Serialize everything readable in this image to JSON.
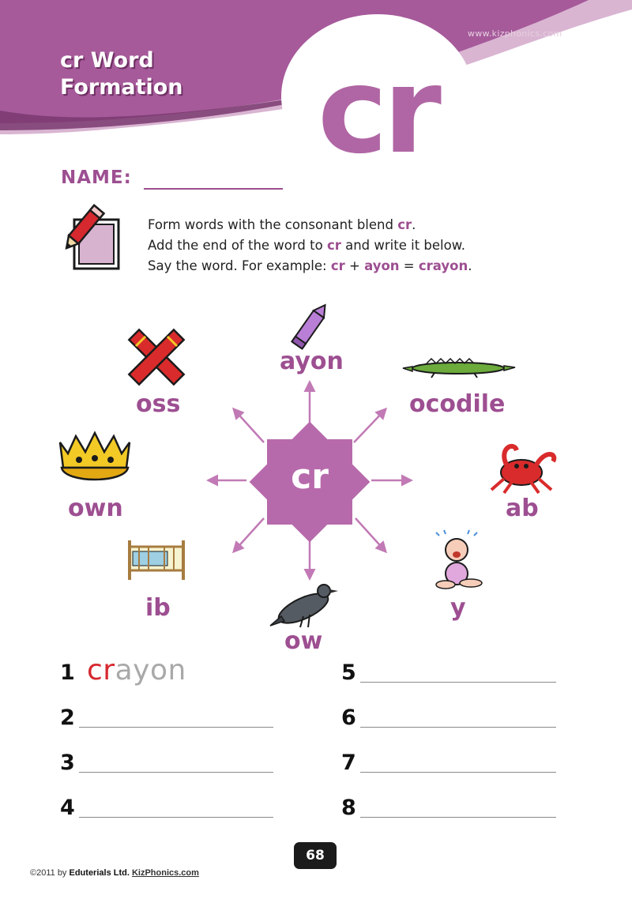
{
  "header": {
    "site_url": "www.kizphonics.com",
    "title_line1": "cr Word",
    "title_line2": "Formation",
    "blend": "cr",
    "colors": {
      "purple": "#a65a9a",
      "light_purple": "#d9b5d2",
      "dark_purple": "#7a3a70"
    }
  },
  "name_label": "NAME:",
  "instructions": {
    "icon": "pencil-checkbox-icon",
    "line1_text": "Form words with the consonant blend ",
    "line1_blend": "cr",
    "line1_end": ".",
    "line2_text": "Add the end of the word to ",
    "line2_blend": "cr",
    "line2_end": " and write it below.",
    "line3_text": "Say the word. For example: ",
    "line3_blend": "cr",
    "line3_plus": " + ",
    "line3_ending": "ayon",
    "line3_eq": "  = ",
    "line3_word": "crayon",
    "line3_end": "."
  },
  "diagram": {
    "center": "cr",
    "endings": [
      {
        "text": "ayon",
        "picture": "crayon-icon"
      },
      {
        "text": "ocodile",
        "picture": "crocodile-icon"
      },
      {
        "text": "ab",
        "picture": "crab-icon"
      },
      {
        "text": "y",
        "picture": "crying-baby-icon"
      },
      {
        "text": "ow",
        "picture": "crow-icon"
      },
      {
        "text": "ib",
        "picture": "crib-icon"
      },
      {
        "text": "own",
        "picture": "crown-icon"
      },
      {
        "text": "oss",
        "picture": "cross-icon"
      }
    ],
    "colors": {
      "blend_star": "#b76aab",
      "arrows": "#c17ab5",
      "words": "#9d4f91"
    }
  },
  "answers": {
    "numbers": [
      "1",
      "2",
      "3",
      "4",
      "5",
      "6",
      "7",
      "8"
    ],
    "example_blend": "cr",
    "example_rest": "ayon"
  },
  "footer": {
    "page_number": "68",
    "copyright": "©2011 by ",
    "publisher": "Eduterials Ltd.",
    "site": "KizPhonics.com"
  }
}
